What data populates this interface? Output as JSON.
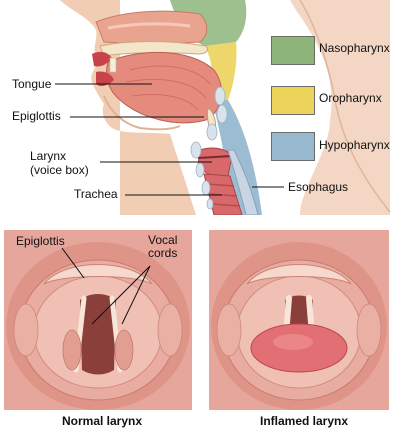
{
  "legend": [
    {
      "label": "Nasopharynx",
      "color": "#8db57a"
    },
    {
      "label": "Oropharynx",
      "color": "#ecd35a"
    },
    {
      "label": "Hypopharynx",
      "color": "#97b8cf"
    }
  ],
  "labels": {
    "tongue": "Tongue",
    "epiglottis": "Epiglottis",
    "larynx_line1": "Larynx",
    "larynx_line2": "(voice box)",
    "trachea": "Trachea",
    "esophagus": "Esophagus"
  },
  "normal_panel": {
    "epiglottis": "Epiglottis",
    "vocal_line1": "Vocal",
    "vocal_line2": "cords",
    "caption": "Normal larynx"
  },
  "inflamed_panel": {
    "caption": "Inflamed larynx"
  }
}
